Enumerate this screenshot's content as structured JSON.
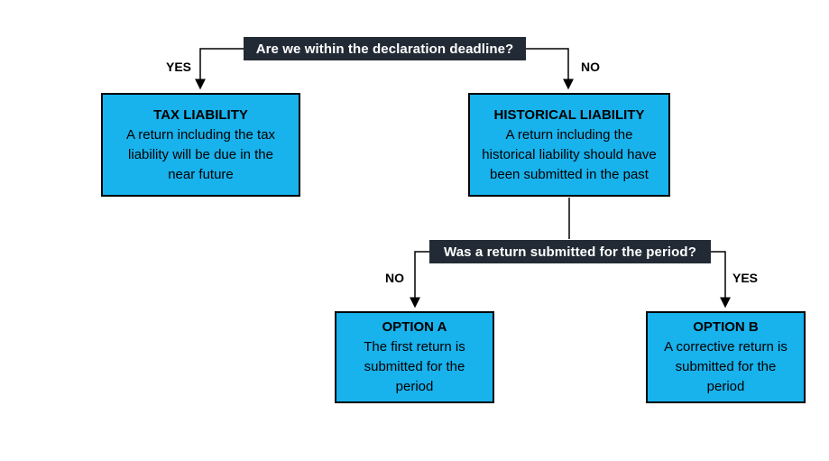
{
  "colors": {
    "node_fill": "#18B2EC",
    "question_fill": "#222B35",
    "question_text": "#FFFFFF",
    "node_text": "#000000",
    "line": "#000000"
  },
  "flowchart": {
    "question1": {
      "label": "Are we within the declaration deadline?",
      "yes_label": "YES",
      "no_label": "NO"
    },
    "tax_box": {
      "title": "TAX LIABILITY",
      "body": "A return including the tax\nliability will be due in the\nnear future"
    },
    "historical_box": {
      "title": "HISTORICAL LIABILITY",
      "body": "A return including the\nhistorical liability should have\nbeen submitted in the past"
    },
    "question2": {
      "label": "Was a return submitted for the period?",
      "no_label": "NO",
      "yes_label": "YES"
    },
    "option_a_box": {
      "title": "OPTION A",
      "body": "The first return is\nsubmitted for the\nperiod"
    },
    "option_b_box": {
      "title": "OPTION B",
      "body": "A corrective return is\nsubmitted for the\nperiod"
    }
  }
}
